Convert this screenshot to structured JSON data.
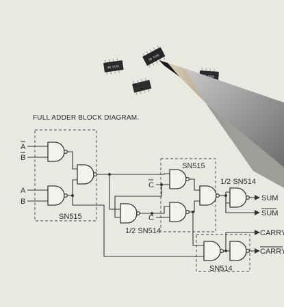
{
  "diagram": {
    "title": "FULL ADDER BLOCK DIAGRAM.",
    "inputs": {
      "a_bar": "A",
      "b_bar": "B",
      "a": "A",
      "b": "B",
      "c_bar": "C",
      "c": "C"
    },
    "chip_labels": {
      "left_block": "SN515",
      "right_block": "SN515",
      "half_mid": "1/2 SN514",
      "half_right": "1/2 SN514",
      "bottom_block": "SN514"
    },
    "outputs": {
      "sum": "SUM",
      "sum_bar": "SUM",
      "carry": "CARRY",
      "carry_bar": "CARRY"
    },
    "chip_marking": "SN 515A"
  },
  "colors": {
    "paper": "#e9e9e2",
    "ink": "#333333",
    "pencil_body": "#9a9a9a",
    "pencil_lead": "#1a1a1a",
    "chip": "#2a2a2a"
  }
}
